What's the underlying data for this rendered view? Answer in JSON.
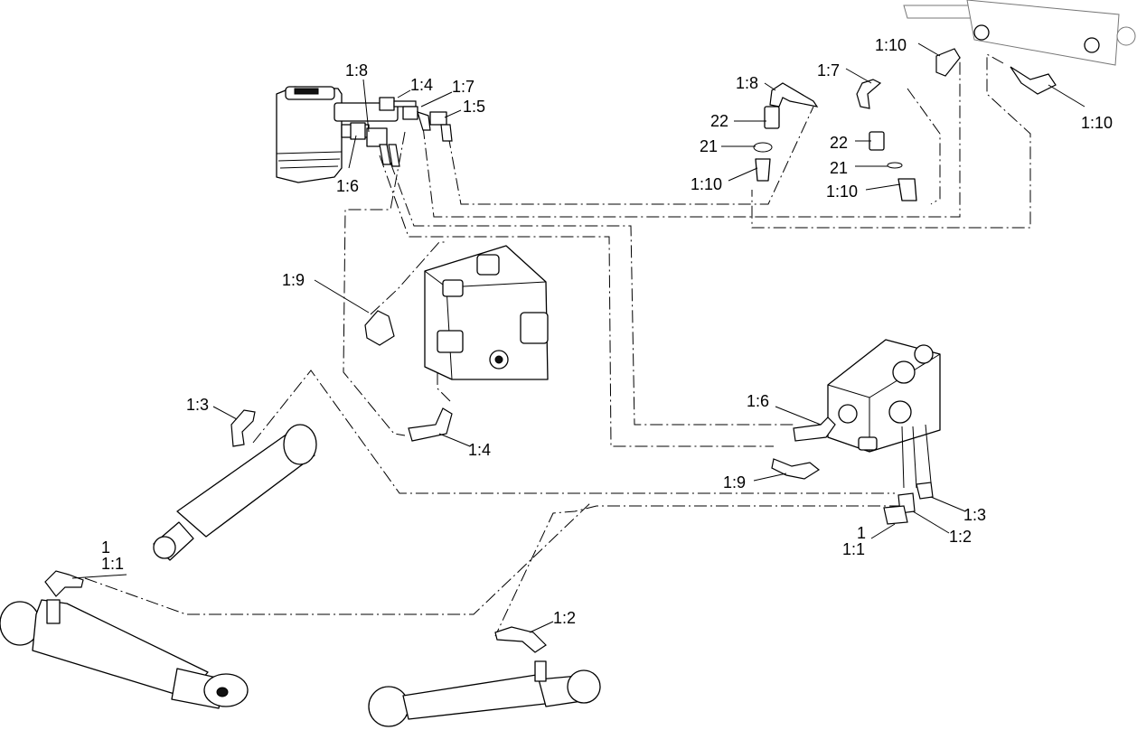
{
  "callouts": [
    {
      "id": "l-1-8-left",
      "text": "1:8"
    },
    {
      "id": "l-1-4-top",
      "text": "1:4"
    },
    {
      "id": "l-1-7-left",
      "text": "1:7"
    },
    {
      "id": "l-1-5",
      "text": "1:5"
    },
    {
      "id": "l-1-6-top",
      "text": "1:6"
    },
    {
      "id": "l-1-8-right",
      "text": "1:8"
    },
    {
      "id": "l-22-left",
      "text": "22"
    },
    {
      "id": "l-21-left",
      "text": "21"
    },
    {
      "id": "l-1-10-left",
      "text": "1:10"
    },
    {
      "id": "l-1-7-right",
      "text": "1:7"
    },
    {
      "id": "l-22-right",
      "text": "22"
    },
    {
      "id": "l-21-right",
      "text": "21"
    },
    {
      "id": "l-1-10-mid",
      "text": "1:10"
    },
    {
      "id": "l-1-10-top",
      "text": "1:10"
    },
    {
      "id": "l-1-10-far",
      "text": "1:10"
    },
    {
      "id": "l-1-9-top",
      "text": "1:9"
    },
    {
      "id": "l-1-3-left",
      "text": "1:3"
    },
    {
      "id": "l-1-4-bottom",
      "text": "1:4"
    },
    {
      "id": "l-1-6-right",
      "text": "1:6"
    },
    {
      "id": "l-1-9-bottom",
      "text": "1:9"
    },
    {
      "id": "l-1-3-right",
      "text": "1:3"
    },
    {
      "id": "l-1-2-right",
      "text": "1:2"
    },
    {
      "id": "l-1-right",
      "text": "1"
    },
    {
      "id": "l-1-1-right",
      "text": "1:1"
    },
    {
      "id": "l-1-left",
      "text": "1"
    },
    {
      "id": "l-1-1-left",
      "text": "1:1"
    },
    {
      "id": "l-1-2-bottom",
      "text": "1:2"
    }
  ]
}
